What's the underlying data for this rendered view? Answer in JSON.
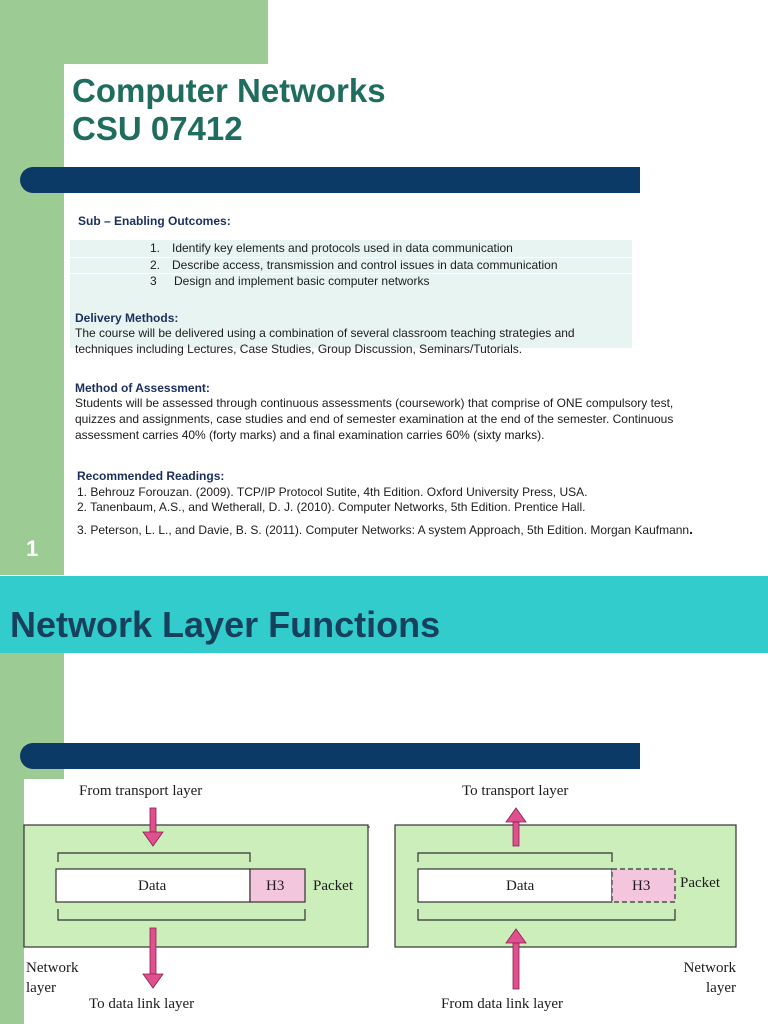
{
  "slide1": {
    "title_line1": "Computer Networks",
    "title_line2": "CSU 07412",
    "slide_number": "1",
    "outcomes_heading": "Sub – Enabling Outcomes:",
    "outcomes": [
      {
        "num": "1.",
        "text": "Identify key elements and protocols used in data communication"
      },
      {
        "num": "2.",
        "text": "Describe access, transmission and control issues in data  communication"
      },
      {
        "num": "3",
        "text": "Design and implement basic computer networks"
      }
    ],
    "delivery_heading": "Delivery Methods:",
    "delivery_lines": [
      "The course will be delivered using a combination of several classroom teaching strategies and",
      "techniques including Lectures, Case Studies, Group Discussion, Seminars/Tutorials."
    ],
    "assessment_heading": "Method of Assessment:",
    "assessment_lines": [
      "Students will be assessed through continuous assessments (coursework) that comprise of ONE compulsory test,",
      "quizzes and assignments, case studies and end of semester examination at the end of the semester. Continuous",
      "assessment carries 40% (forty marks) and a final examination carries 60% (sixty marks)."
    ],
    "readings_heading": "Recommended Readings:",
    "readings": [
      "1. Behrouz Forouzan. (2009). TCP/IP Protocol Sutite, 4th Edition. Oxford University Press, USA.",
      "2. Tanenbaum, A.S., and Wetherall, D. J. (2010). Computer Networks, 5th Edition. Prentice Hall.",
      "3. Peterson, L. L., and Davie, B. S. (2011). Computer Networks: A system Approach, 5th Edition. Morgan Kaufmann"
    ],
    "readings_trailing": "."
  },
  "slide2": {
    "title": "Network Layer Functions",
    "left": {
      "top_label": "From transport layer",
      "bottom_label": "To data link layer",
      "data": "Data",
      "header": "H3",
      "packet": "Packet",
      "layer_line1": "Network",
      "layer_line2": "layer"
    },
    "right": {
      "top_label": "To transport layer",
      "bottom_label": "From data link layer",
      "data": "Data",
      "header": "H3",
      "packet": "Packet",
      "layer_line1": "Network",
      "layer_line2": "layer"
    }
  },
  "colors": {
    "green_sidebar": "#9ccb94",
    "navy_bar": "#0b3a66",
    "teal_band": "#33cccc",
    "title_green": "#1f6d5e",
    "diagram_box": "#cceebb",
    "header_pink": "#f4c6dd",
    "arrow_pink": "#e0508f"
  }
}
